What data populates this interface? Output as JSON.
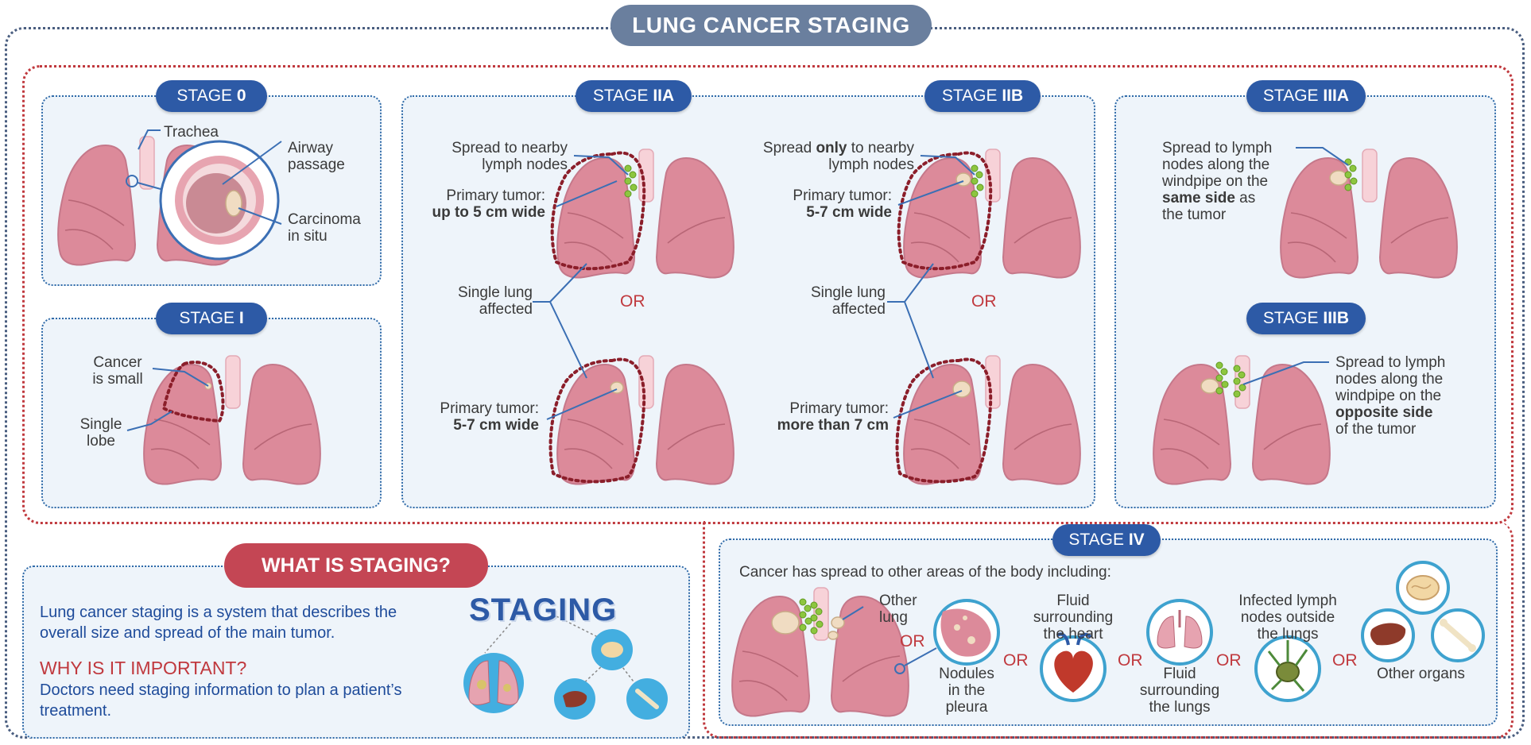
{
  "title": "LUNG CANCER STAGING",
  "stages": {
    "s0": {
      "prefix": "STAGE ",
      "num": "0"
    },
    "s1": {
      "prefix": "STAGE ",
      "num": "I"
    },
    "s2a": {
      "prefix": "STAGE ",
      "num": "IIA"
    },
    "s2b": {
      "prefix": "STAGE ",
      "num": "IIB"
    },
    "s3a": {
      "prefix": "STAGE ",
      "num": "IIIA"
    },
    "s3b": {
      "prefix": "STAGE ",
      "num": "IIIB"
    },
    "s4": {
      "prefix": "STAGE ",
      "num": "IV"
    }
  },
  "stage0": {
    "trachea": "Trachea",
    "airway_1": "Airway",
    "airway_2": "passage",
    "carcinoma_1": "Carcinoma",
    "carcinoma_2": "in situ"
  },
  "stage1": {
    "small_1": "Cancer",
    "small_2": "is small",
    "lobe_1": "Single",
    "lobe_2": "lobe"
  },
  "stage2a": {
    "spread_1": "Spread to nearby",
    "spread_2": "lymph nodes",
    "tumor_1": "Primary tumor:",
    "tumor_2": "up to 5 cm wide",
    "single_1": "Single lung",
    "single_2": "affected",
    "or": "OR",
    "tumor2_1": "Primary tumor:",
    "tumor2_2": "5-7 cm wide"
  },
  "stage2b": {
    "spread_a": "Spread ",
    "spread_b": "only",
    "spread_c": " to nearby",
    "spread_2": "lymph nodes",
    "tumor_1": "Primary tumor:",
    "tumor_2": "5-7 cm wide",
    "single_1": "Single lung",
    "single_2": "affected",
    "or": "OR",
    "tumor2_1": "Primary tumor:",
    "tumor2_2": "more than 7 cm"
  },
  "stage3a": {
    "l1": "Spread to lymph",
    "l2": "nodes along the",
    "l3": "windpipe on the",
    "l4a": "same side",
    "l4b": " as",
    "l5": "the tumor"
  },
  "stage3b": {
    "l1": "Spread to lymph",
    "l2": "nodes along the",
    "l3": "windpipe on the",
    "l4": "opposite side",
    "l5": "of the tumor"
  },
  "stage4": {
    "intro": "Cancer has spread to other areas of the body including:",
    "other_lung_1": "Other",
    "other_lung_2": "lung",
    "or": "OR",
    "nodules_1": "Nodules",
    "nodules_2": "in the",
    "nodules_3": "pleura",
    "heart_1": "Fluid",
    "heart_2": "surrounding",
    "heart_3": "the heart",
    "lungs_1": "Fluid",
    "lungs_2": "surrounding",
    "lungs_3": "the lungs",
    "lymph_1": "Infected lymph",
    "lymph_2": "nodes outside",
    "lymph_3": "the lungs",
    "organs": "Other organs"
  },
  "what": {
    "title": "WHAT IS STAGING?",
    "desc_1": "Lung cancer staging is a system that describes the",
    "desc_2": "overall size and spread of the main tumor.",
    "why_title": "WHY IS IT IMPORTANT?",
    "why_1": "Doctors need staging information to plan a patient’s",
    "why_2": "treatment.",
    "staging_word": "STAGING"
  },
  "colors": {
    "lung": "#dc8a9a",
    "lung_edge": "#b86676",
    "node": "#8dc63f",
    "tumor": "#f0dcc2",
    "red": "#c0393e",
    "blue": "#2d5aa6"
  }
}
